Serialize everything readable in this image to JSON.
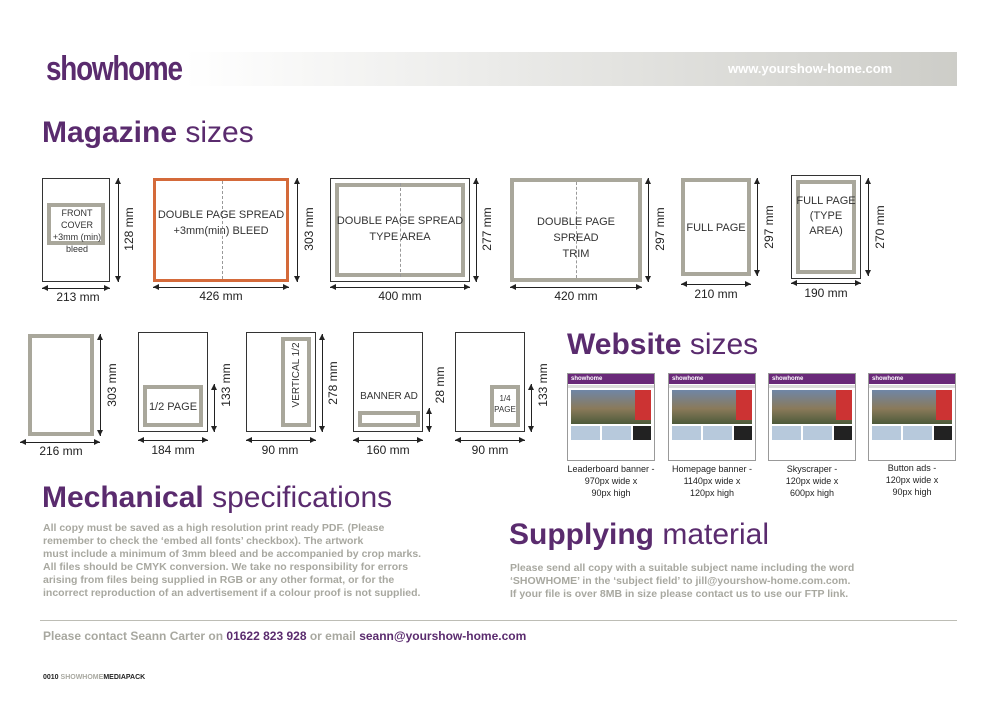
{
  "header": {
    "logo": "showhome",
    "url": "www.yourshow-home.com"
  },
  "magazine": {
    "heading_bold": "Magazine",
    "heading_light": " sizes",
    "items": [
      {
        "label": "FRONT COVER\n+3mm (min)\nbleed",
        "height": "128 mm",
        "width": "213 mm"
      },
      {
        "label": "DOUBLE PAGE SPREAD\n+3mm(min) BLEED",
        "height": "303 mm",
        "width": "426 mm"
      },
      {
        "label": "DOUBLE PAGE SPREAD\nTYPE AREA",
        "height": "277 mm",
        "width": "400 mm"
      },
      {
        "label": "DOUBLE PAGE SPREAD\nTRIM",
        "height": "297 mm",
        "width": "420 mm"
      },
      {
        "label": "FULL PAGE",
        "height": "297 mm",
        "width": "210 mm"
      },
      {
        "label": "FULL PAGE\n(TYPE\nAREA)",
        "height": "270 mm",
        "width": "190 mm"
      },
      {
        "label": "",
        "height": "303 mm",
        "width": "216 mm"
      },
      {
        "label": "1/2 PAGE",
        "height": "133 mm",
        "width": "184 mm"
      },
      {
        "label": "VERTICAL 1/2",
        "height": "278 mm",
        "width": "90 mm"
      },
      {
        "label": "BANNER AD",
        "height": "28 mm",
        "width": "160 mm"
      },
      {
        "label": "1/4\nPAGE",
        "height": "133 mm",
        "width": "90 mm"
      }
    ]
  },
  "website": {
    "heading_bold": "Website",
    "heading_light": " sizes",
    "thumb_logo": "showhome",
    "items": [
      {
        "caption": "Leaderboard banner -\n970px wide x\n90px high"
      },
      {
        "caption": "Homepage banner -\n1140px wide x\n120px high"
      },
      {
        "caption": "Skyscraper -\n120px wide x\n600px high"
      },
      {
        "caption": "Button ads -\n120px wide x\n90px high"
      }
    ]
  },
  "mechanical": {
    "heading_bold": "Mechanical",
    "heading_light": " specifications",
    "text": "All copy must be saved as a high resolution print ready PDF. (Please\nremember to check the ‘embed all fonts’ checkbox). The artwork\nmust include a minimum of 3mm bleed and be accompanied by crop marks.\nAll files should be CMYK conversion. We take no responsibility for errors\narising from files being supplied in RGB or any other format, or for the\nincorrect reproduction of an advertisement if a colour proof is not supplied."
  },
  "supplying": {
    "heading_bold": "Supplying",
    "heading_light": " material",
    "text": "Please send all copy with a suitable subject name including the word\n‘SHOWHOME’ in the ‘subject field’ to jill@yourshow-home.com.com.\nIf your file is over 8MB in size please contact us to use our FTP link."
  },
  "contact": {
    "prefix": "Please contact Seann Carter on ",
    "phone": "01622 823 928",
    "middle": " or email ",
    "email": "seann@yourshow-home.com"
  },
  "footer": {
    "page": "0010",
    "brand": "SHOWHOME",
    "label": "MEDIAPACK"
  },
  "colors": {
    "brand": "#5a2b6e",
    "grey": "#a8a8a0",
    "accent": "#d46a3a",
    "inner_border": "#a9a79b"
  }
}
